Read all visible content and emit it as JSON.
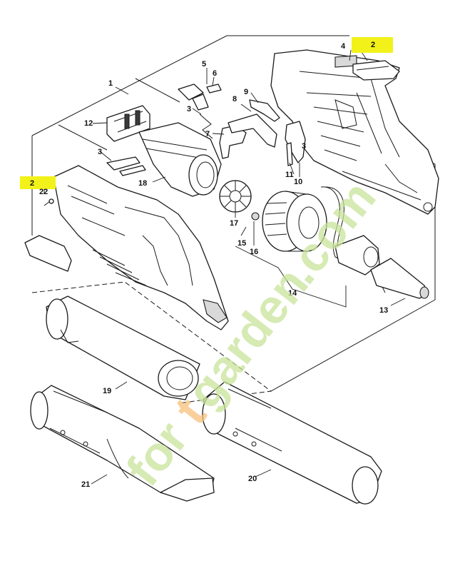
{
  "colors": {
    "highlight": "#f2f21a",
    "watermark_green": "#c9e39a",
    "watermark_orange": "#f7c07a",
    "line": "#1a1a1a"
  },
  "labels": {
    "p1": "1",
    "p2a": "2",
    "p2b": "2",
    "p3a": "3",
    "p3b": "3",
    "p3c": "3",
    "p4": "4",
    "p5": "5",
    "p6": "6",
    "p7": "7",
    "p8": "8",
    "p9": "9",
    "p10": "10",
    "p11": "11",
    "p12": "12",
    "p13": "13",
    "p14": "14",
    "p15": "15",
    "p16": "16",
    "p17": "17",
    "p18": "18",
    "p19": "19",
    "p20": "20",
    "p21": "21",
    "p22": "22"
  },
  "watermark": {
    "part1": "for",
    "part2": "t",
    "part3": "garden",
    "part4": ".com"
  }
}
